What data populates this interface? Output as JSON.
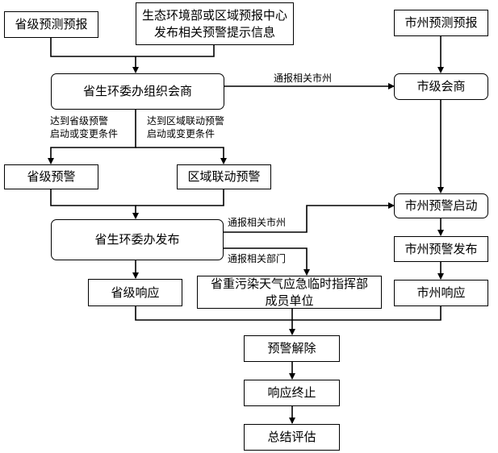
{
  "nodes": {
    "provincial_forecast": "省级预测预报",
    "ecology_center": [
      "生态环境部或区域预报中心",
      "发布相关预警提示信息"
    ],
    "city_forecast": "市州预测预报",
    "province_consult": "省生环委办组织会商",
    "city_consult": "市级会商",
    "provincial_warning": "省级预警",
    "regional_warning": "区域联动预警",
    "city_warning_start": "市州预警启动",
    "province_publish": "省生环委办发布",
    "city_warning_publish": "市州预警发布",
    "provincial_response": "省级响应",
    "command_units": [
      "省重污染天气应急临时指挥部",
      "成员单位"
    ],
    "city_response": "市州响应",
    "warning_lift": "预警解除",
    "response_end": "响应终止",
    "summary": "总结评估"
  },
  "edge_labels": {
    "notify_city_1": "通报相关市州",
    "provincial_condition": [
      "达到省级预警",
      "启动或变更条件"
    ],
    "regional_condition": [
      "达到区域联动预警",
      "启动或变更条件"
    ],
    "notify_city_2": "通报相关市州",
    "notify_depts": "通报相关部门"
  }
}
